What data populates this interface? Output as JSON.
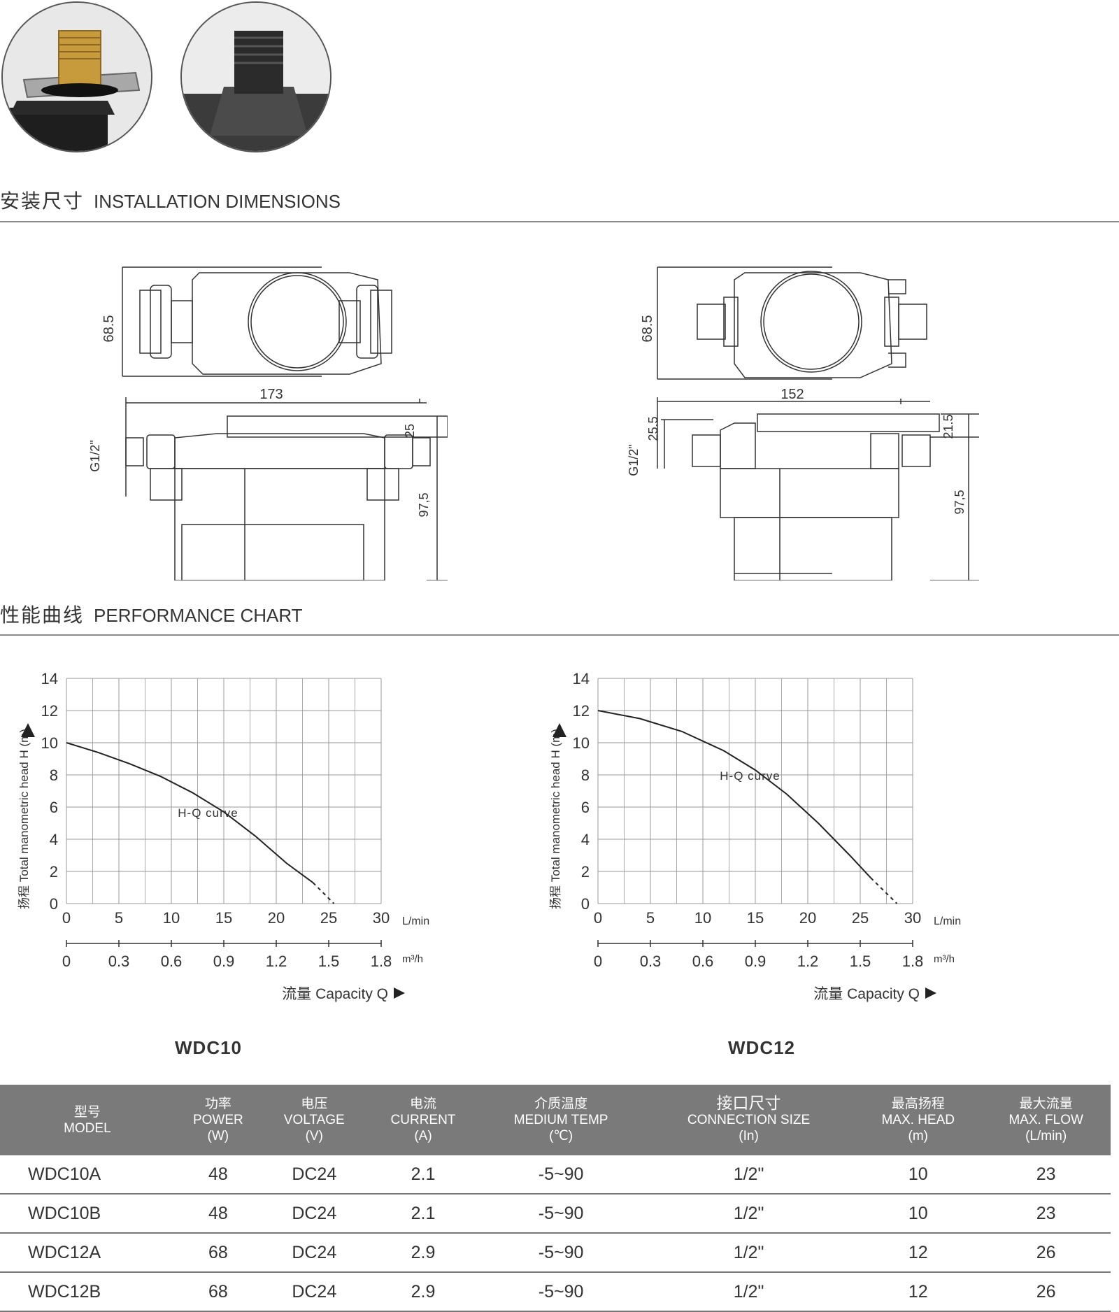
{
  "sections": {
    "installation": {
      "cn": "安装尺寸",
      "en": "INSTALLATION DIMENSIONS"
    },
    "performance": {
      "cn": "性能曲线",
      "en": "PERFORMANCE CHART"
    }
  },
  "dims_left": {
    "height": "68.5",
    "width": "173",
    "thread": "G1/2\"",
    "top_offset": "25",
    "total_height": "97,5"
  },
  "dims_right": {
    "height": "68.5",
    "width": "152",
    "thread": "G1/2\"",
    "left_offset": "25.5",
    "right_offset": "21.5",
    "total_height": "97,5"
  },
  "chart_data": [
    {
      "type": "line",
      "title": "WDC10",
      "ylabel": "扬程 Total manometric head H (m)",
      "xlabel": "流量 Capacity Q",
      "x_unit": "L/min",
      "x2_unit": "m³/h",
      "xlim": [
        0,
        30
      ],
      "ylim": [
        0,
        14
      ],
      "x_ticks": [
        "0",
        "5",
        "10",
        "15",
        "20",
        "25",
        "30"
      ],
      "x2_ticks": [
        "0",
        "0.3",
        "0.6",
        "0.9",
        "1.2",
        "1.5",
        "1.8"
      ],
      "y_ticks": [
        "0",
        "2",
        "4",
        "6",
        "8",
        "10",
        "12",
        "14"
      ],
      "annotation": "H-Q curve",
      "series": [
        {
          "x": [
            0,
            3,
            6,
            9,
            12,
            15,
            18,
            21,
            23.5
          ],
          "y": [
            10,
            9.4,
            8.7,
            7.9,
            6.9,
            5.7,
            4.2,
            2.5,
            1.3
          ]
        },
        {
          "style": "dashed",
          "x": [
            23.5,
            25.5
          ],
          "y": [
            1.3,
            0
          ]
        }
      ]
    },
    {
      "type": "line",
      "title": "WDC12",
      "ylabel": "扬程 Total manometric head H (m)",
      "xlabel": "流量 Capacity Q",
      "x_unit": "L/min",
      "x2_unit": "m³/h",
      "xlim": [
        0,
        30
      ],
      "ylim": [
        0,
        14
      ],
      "x_ticks": [
        "0",
        "5",
        "10",
        "15",
        "20",
        "25",
        "30"
      ],
      "x2_ticks": [
        "0",
        "0.3",
        "0.6",
        "0.9",
        "1.2",
        "1.5",
        "1.8"
      ],
      "y_ticks": [
        "0",
        "2",
        "4",
        "6",
        "8",
        "10",
        "12",
        "14"
      ],
      "annotation": "H-Q curve",
      "series": [
        {
          "x": [
            0,
            4,
            8,
            12,
            15,
            18,
            21,
            24,
            26
          ],
          "y": [
            12,
            11.5,
            10.7,
            9.5,
            8.3,
            6.8,
            5.0,
            3.0,
            1.6
          ]
        },
        {
          "style": "dashed",
          "x": [
            26,
            28.5
          ],
          "y": [
            1.6,
            0
          ]
        }
      ]
    }
  ],
  "table": {
    "headers": [
      {
        "cn": "型号",
        "en": "MODEL",
        "unit": ""
      },
      {
        "cn": "功率",
        "en": "POWER",
        "unit": "(W)"
      },
      {
        "cn": "电压",
        "en": "VOLTAGE",
        "unit": "(V)"
      },
      {
        "cn": "电流",
        "en": "CURRENT",
        "unit": "(A)"
      },
      {
        "cn": "介质温度",
        "en": "MEDIUM TEMP",
        "unit": "(℃)"
      },
      {
        "cn": "接口尺寸",
        "en": "CONNECTION SIZE",
        "unit": "(In)"
      },
      {
        "cn": "最高扬程",
        "en": "MAX. HEAD",
        "unit": "(m)"
      },
      {
        "cn": "最大流量",
        "en": "MAX. FLOW",
        "unit": "(L/min)"
      }
    ],
    "rows": [
      [
        "WDC10A",
        "48",
        "DC24",
        "2.1",
        "-5~90",
        "1/2\"",
        "10",
        "23"
      ],
      [
        "WDC10B",
        "48",
        "DC24",
        "2.1",
        "-5~90",
        "1/2\"",
        "10",
        "23"
      ],
      [
        "WDC12A",
        "68",
        "DC24",
        "2.9",
        "-5~90",
        "1/2\"",
        "12",
        "26"
      ],
      [
        "WDC12B",
        "68",
        "DC24",
        "2.9",
        "-5~90",
        "1/2\"",
        "12",
        "26"
      ]
    ]
  }
}
